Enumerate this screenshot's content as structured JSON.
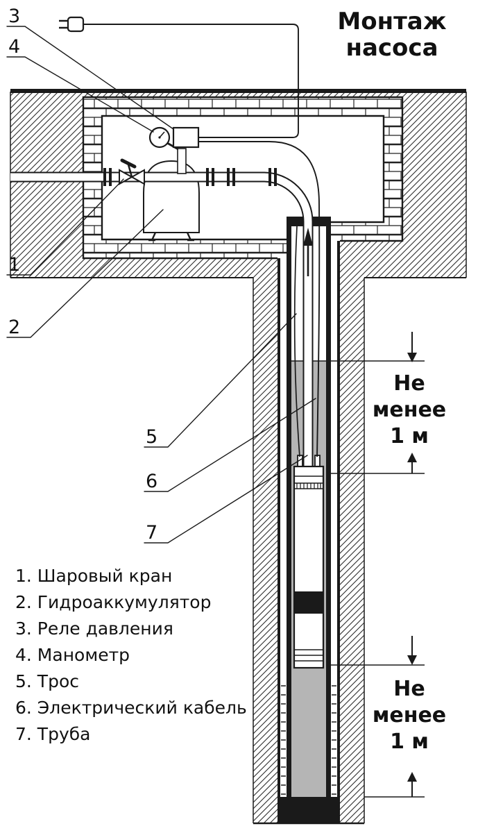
{
  "title": {
    "line1": "Монтаж",
    "line2": "насоса"
  },
  "callouts": {
    "n1": "1",
    "n2": "2",
    "n3": "3",
    "n4": "4",
    "n5": "5",
    "n6": "6",
    "n7": "7"
  },
  "legend": {
    "items": [
      "1. Шаровый кран",
      "2. Гидроаккумулятор",
      "3. Реле давления",
      "4. Манометр",
      "5. Трос",
      "6. Электрический кабель",
      "7. Труба"
    ]
  },
  "annotations": {
    "upper": {
      "l1": "Не",
      "l2": "менее",
      "l3": "1 м"
    },
    "lower": {
      "l1": "Не",
      "l2": "менее",
      "l3": "1 м"
    }
  },
  "colors": {
    "line": "#1a1a1a",
    "water": "#b5b5b5",
    "background": "#ffffff"
  }
}
